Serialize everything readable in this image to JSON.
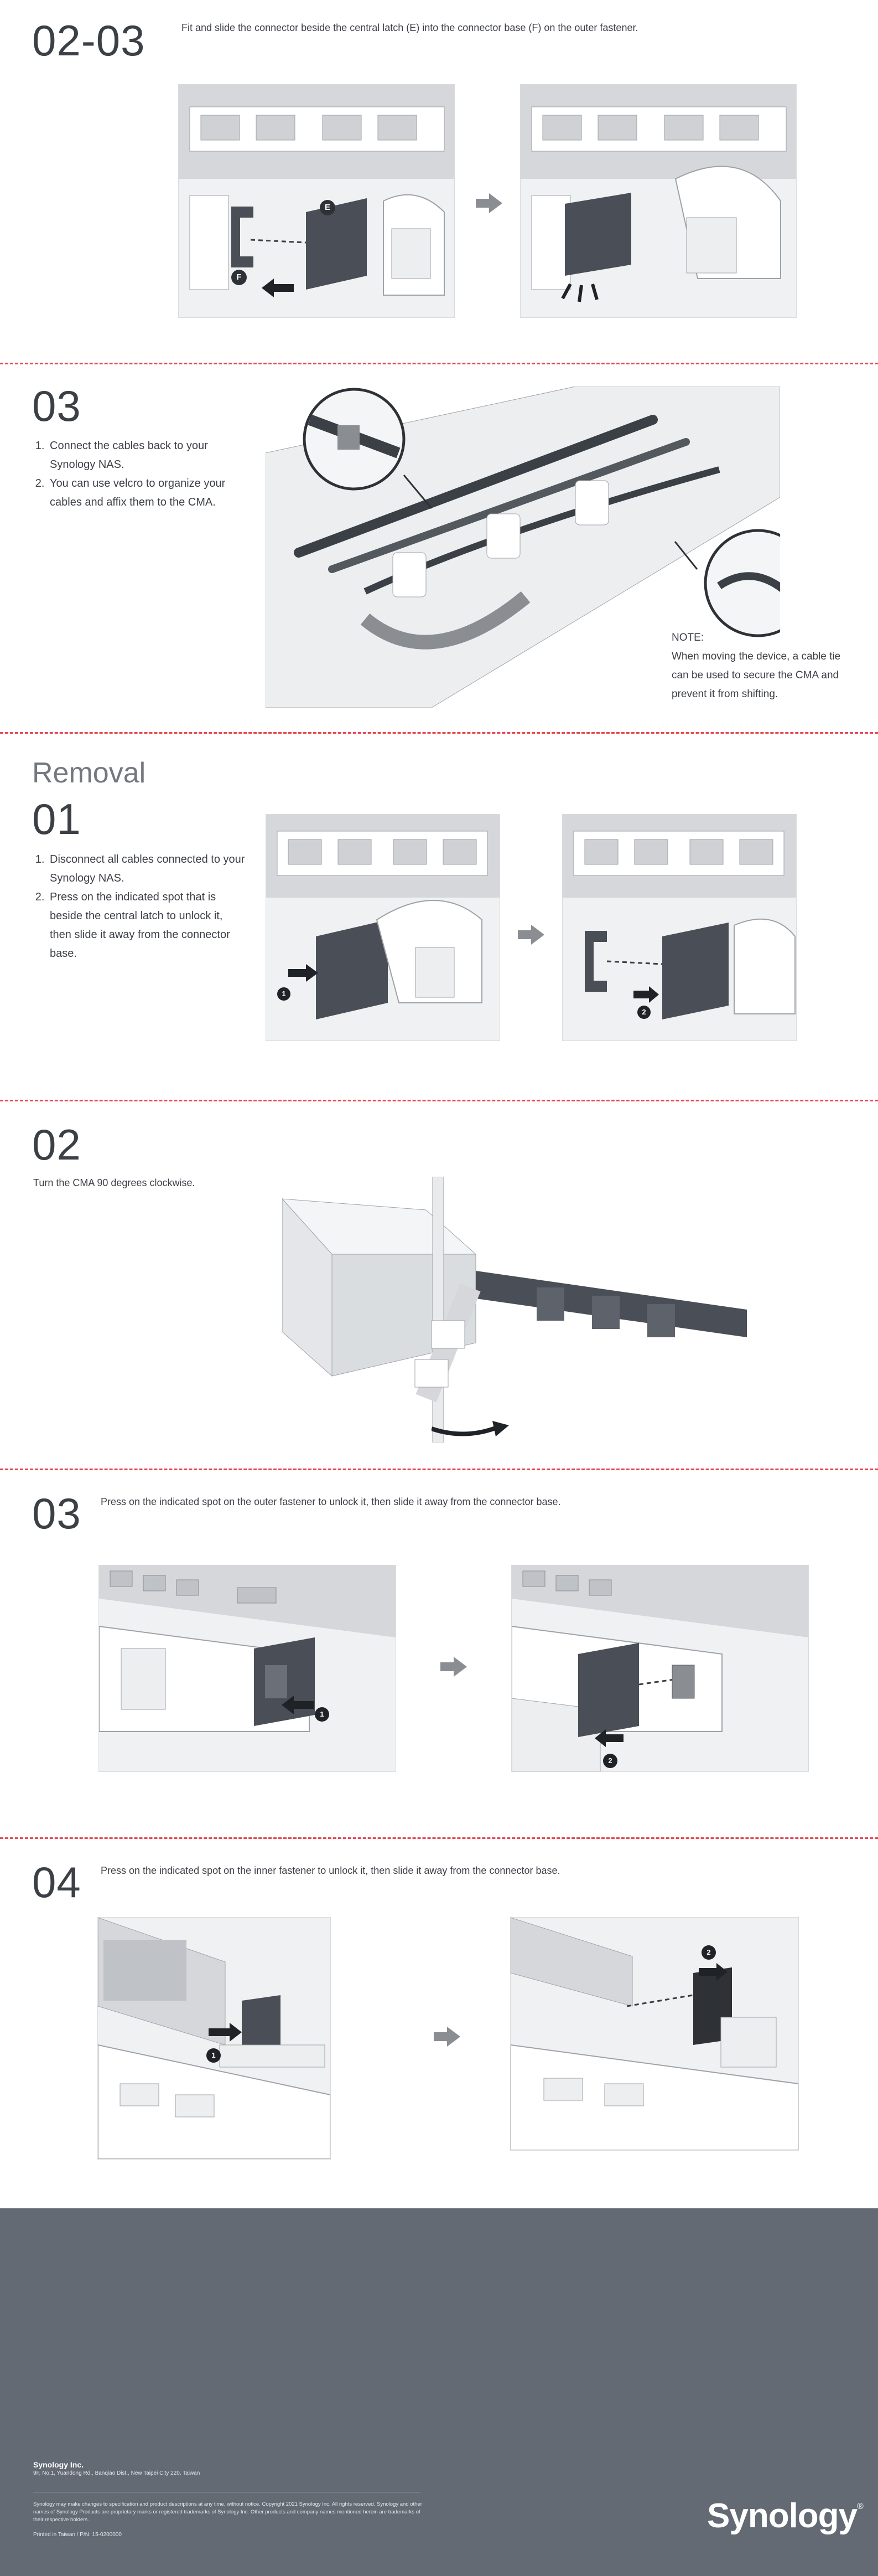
{
  "sections": [
    {
      "id": "s1",
      "step": "02-03",
      "instruction": "Fit and slide the connector beside the central latch (E) into the connector base (F) on the outer fastener.",
      "callouts": [
        "E",
        "F"
      ]
    },
    {
      "id": "s2",
      "step": "03",
      "list": [
        "Connect the cables back to your Synology NAS.",
        "You can use velcro to organize your cables and affix them to the CMA."
      ],
      "note_label": "NOTE:",
      "note_text": "When moving the device, a cable tie can be used to secure the CMA and prevent it from shifting."
    },
    {
      "id": "s3",
      "title": "Removal",
      "step": "01",
      "list": [
        "Disconnect all cables connected to your Synology NAS.",
        "Press on the indicated spot that is beside the central latch to unlock it, then slide it away from the connector base."
      ],
      "callouts": [
        "1",
        "2"
      ]
    },
    {
      "id": "s4",
      "step": "02",
      "instruction": "Turn the CMA 90 degrees clockwise."
    },
    {
      "id": "s5",
      "step": "03",
      "instruction": "Press on the indicated spot on the outer fastener to unlock it, then slide it away from the connector base.",
      "callouts": [
        "1",
        "2"
      ]
    },
    {
      "id": "s6",
      "step": "04",
      "instruction": "Press on the indicated spot on the inner fastener to unlock it, then slide it away from the connector base.",
      "callouts": [
        "1",
        "2"
      ]
    }
  ],
  "footer": {
    "company": "Synology Inc.",
    "address": "9F, No.1, Yuandong Rd., Banqiao Dist., New Taipei City 220, Taiwan",
    "legal": "Synology may make changes to specification and product descriptions at any time, without notice. Copyright 2021 Synology Inc. All rights reserved. Synology and other names of Synology Products are proprietary marks or registered trademarks of Synology Inc. Other products and company names mentioned herein are trademarks of their respective holders.",
    "printed": "Printed in Taiwan / P/N: 15-0200000",
    "logo": "Synology",
    "logo_mark": "®"
  },
  "colors": {
    "divider": "#e4474f",
    "text": "#3b3f46",
    "footer_bg": "#646a74",
    "part_dark": "#4a4e56",
    "arrow": "#8a8d92"
  },
  "icons": [
    "arrow-right-icon",
    "push-arrow-icon",
    "slide-arrow-icon",
    "rotate-arrow-icon"
  ]
}
